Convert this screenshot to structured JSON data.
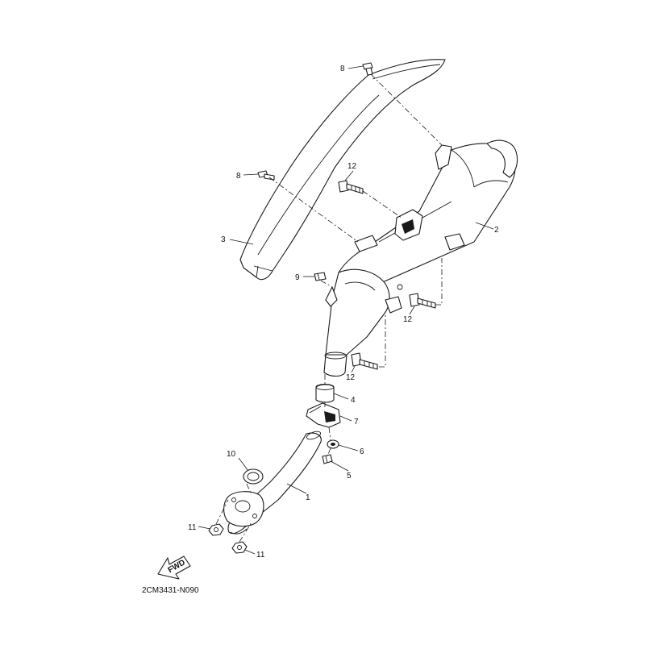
{
  "callouts": {
    "p1": "1",
    "p2": "2",
    "p3": "3",
    "p4": "4",
    "p5": "5",
    "p6": "6",
    "p7": "7",
    "p8a": "8",
    "p8b": "8",
    "p9": "9",
    "p10": "10",
    "p11a": "11",
    "p11b": "11",
    "p12a": "12",
    "p12b": "12",
    "p12c": "12"
  },
  "fwd_label": "FWD",
  "diagram_code": "2CM3431-N090"
}
